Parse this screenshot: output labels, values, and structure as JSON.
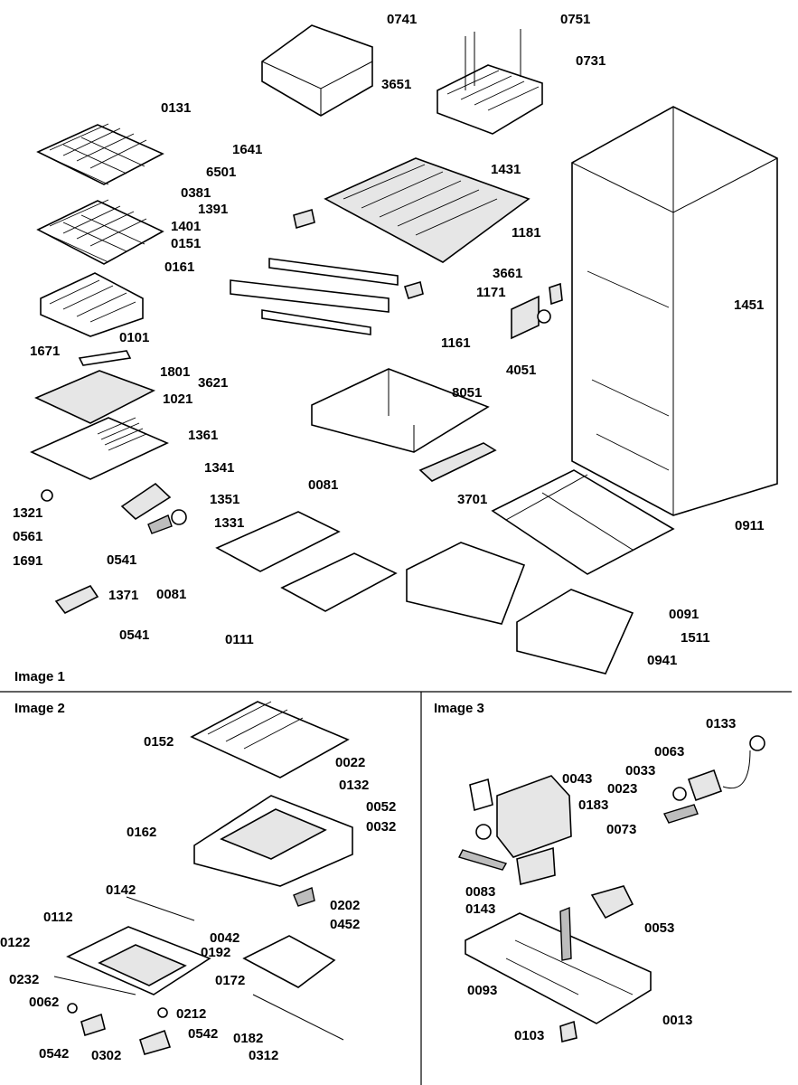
{
  "panes": [
    {
      "title": "Image 1"
    },
    {
      "title": "Image 2"
    },
    {
      "title": "Image 3"
    }
  ],
  "image1": {
    "callouts": [
      "0741",
      "0751",
      "0731",
      "3651",
      "0131",
      "1641",
      "6501",
      "0381",
      "1391",
      "1401",
      "0151",
      "0161",
      "1431",
      "1451",
      "1181",
      "3661",
      "1171",
      "1161",
      "4051",
      "3621",
      "1671",
      "0101",
      "1801",
      "1021",
      "8051",
      "1361",
      "1341",
      "1351",
      "1331",
      "1321",
      "0561",
      "0541",
      "1691",
      "0081",
      "0111",
      "3701",
      "0091",
      "1511",
      "0941",
      "0911",
      "1371"
    ]
  },
  "image2": {
    "callouts": [
      "0152",
      "0022",
      "0132",
      "0052",
      "0032",
      "0162",
      "0142",
      "0202",
      "0452",
      "0112",
      "0042",
      "0122",
      "0192",
      "0232",
      "0172",
      "0062",
      "0212",
      "0542",
      "0182",
      "0302",
      "0312"
    ]
  },
  "image3": {
    "callouts": [
      "0133",
      "0063",
      "0033",
      "0043",
      "0023",
      "0183",
      "0073",
      "0083",
      "0143",
      "0053",
      "0093",
      "0013",
      "0103"
    ]
  }
}
